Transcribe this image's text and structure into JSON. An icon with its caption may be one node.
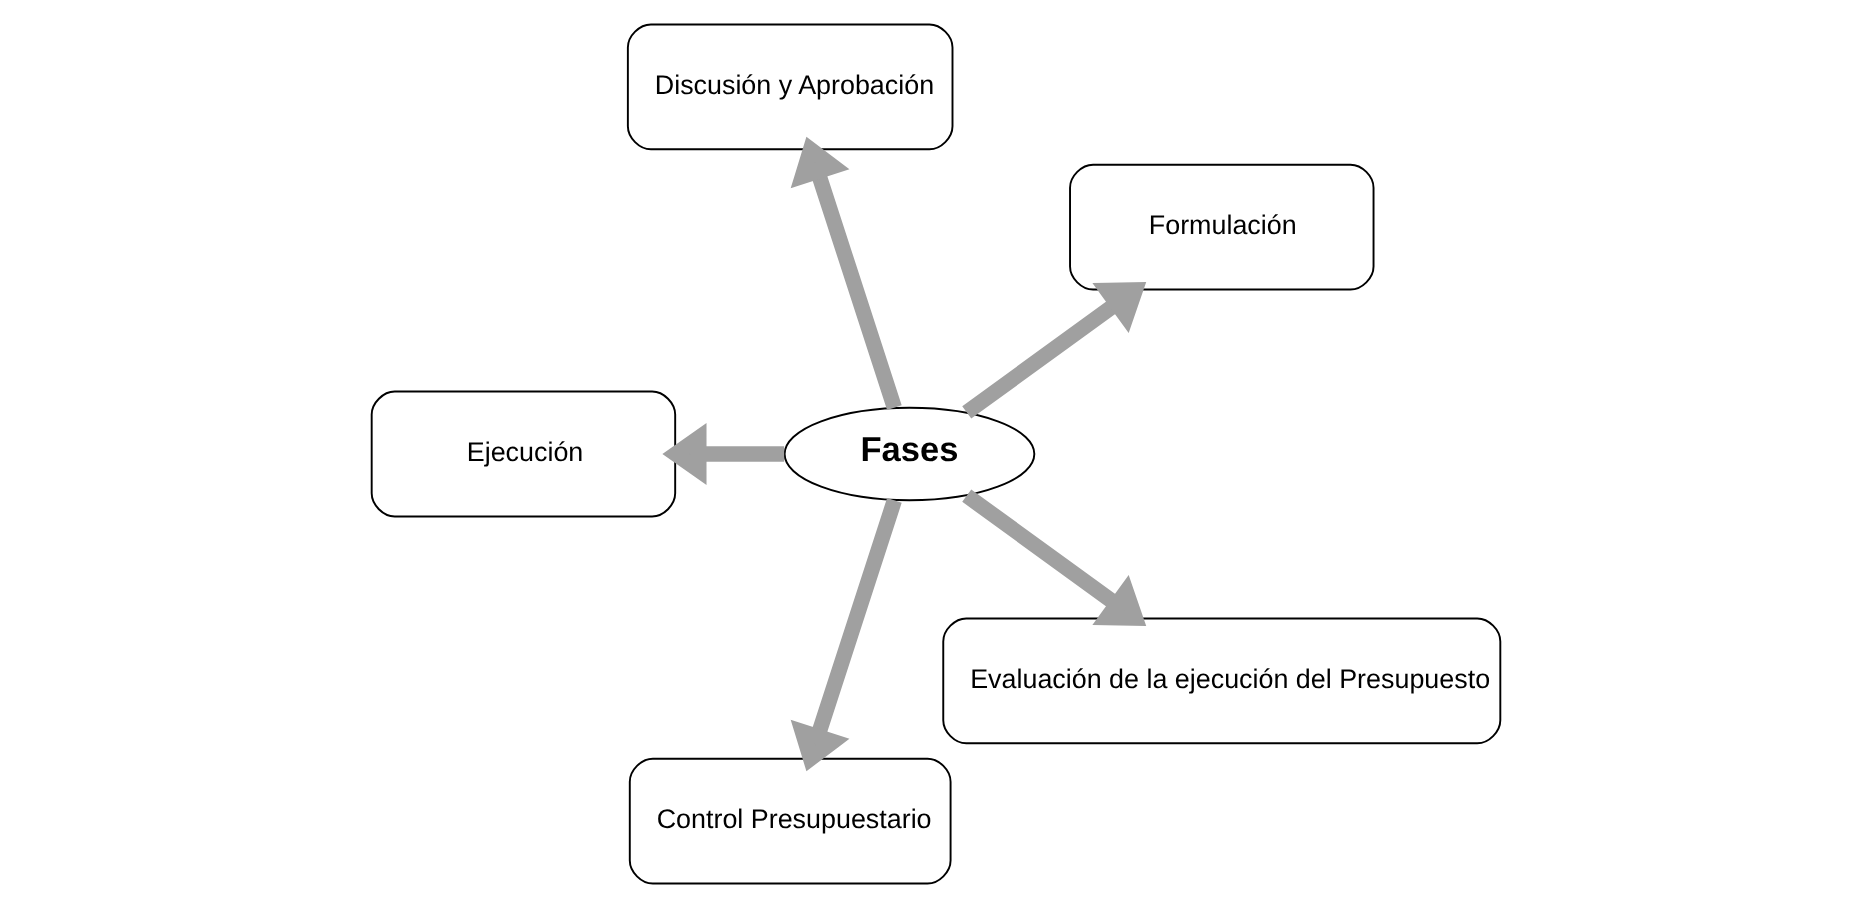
{
  "diagram": {
    "nodes": [
      {
        "text": [
          "Fases"
        ]
      },
      {
        "text": [
          "Formulación"
        ]
      },
      {
        "text": [
          "Discusión y Aprobación"
        ]
      },
      {
        "text": [
          "Ejecución"
        ]
      },
      {
        "text": [
          "Control Presupuestario"
        ]
      },
      {
        "text": [
          "Evaluación de la ejecución del Presupuesto"
        ]
      }
    ],
    "edges": [
      {
        "from": 0,
        "to": 1,
        "arrow": "to"
      },
      {
        "from": 0,
        "to": 2,
        "arrow": "to"
      },
      {
        "from": 0,
        "to": 3,
        "arrow": "to"
      },
      {
        "from": 0,
        "to": 4,
        "arrow": "to"
      },
      {
        "from": 0,
        "to": 5,
        "arrow": "to"
      }
    ]
  }
}
